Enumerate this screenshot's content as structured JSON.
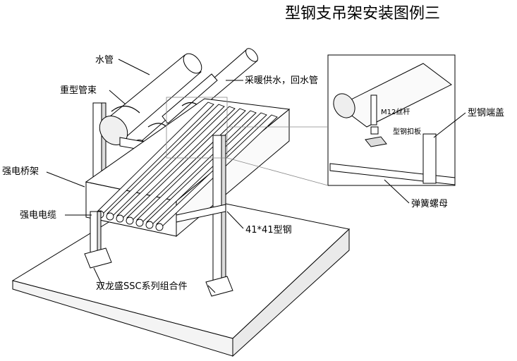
{
  "title": "型钢支吊架安装图例三",
  "labels": {
    "water_pipe": "水管",
    "heating_pipe": "采暖供水，回水管",
    "heavy_clamp": "重型管束",
    "cable_tray": "强电桥架",
    "power_cable": "强电电缆",
    "steel_41": "41*41型钢",
    "assembly": "双龙盛SSC系列组合件",
    "end_cap": "型钢端盖",
    "spring_nut": "弹簧螺母",
    "m12_rod": "M12丝杆",
    "steel_plate": "型钢扣板"
  }
}
